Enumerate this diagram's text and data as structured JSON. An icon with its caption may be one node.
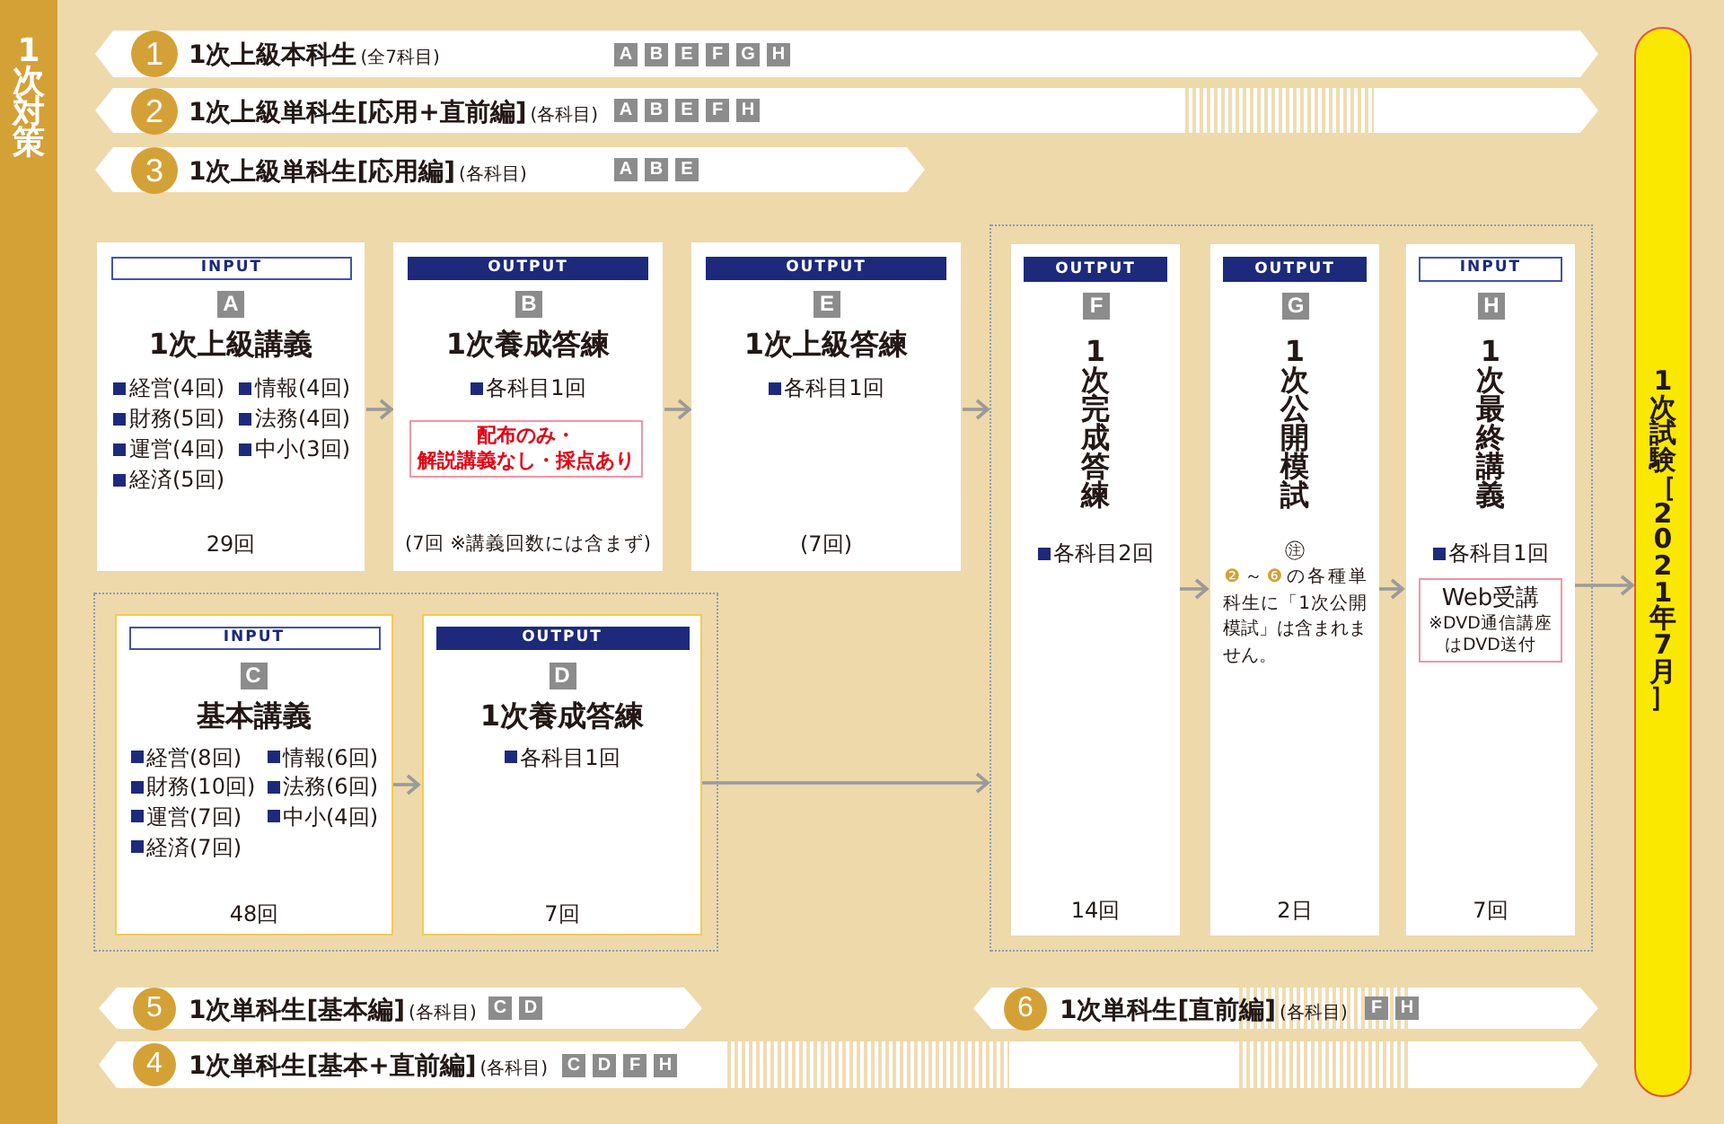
{
  "diagram": {
    "nodes": [
      {
        "text": [
          "1次対策"
        ]
      },
      {
        "text": [
          "1次上級本科生",
          "(全7科目)"
        ]
      },
      {
        "text": [
          "1"
        ],
        "in": 1
      },
      {
        "text": [
          "A"
        ],
        "in": 1
      },
      {
        "text": [
          "B"
        ],
        "in": 1
      },
      {
        "text": [
          "E"
        ],
        "in": 1
      },
      {
        "text": [
          "F"
        ],
        "in": 1
      },
      {
        "text": [
          "G"
        ],
        "in": 1
      },
      {
        "text": [
          "H"
        ],
        "in": 1
      },
      {
        "text": [
          "1次上級単科生[応用+直前編]",
          "(各科目)"
        ]
      },
      {
        "text": [
          "2"
        ],
        "in": 9
      },
      {
        "text": [
          "A"
        ],
        "in": 9
      },
      {
        "text": [
          "B"
        ],
        "in": 9
      },
      {
        "text": [
          "E"
        ],
        "in": 9
      },
      {
        "text": [
          "F"
        ],
        "in": 9
      },
      {
        "text": [
          "H"
        ],
        "in": 9
      },
      {
        "text": [
          "1次上級単科生[応用編]",
          "(各科目)"
        ]
      },
      {
        "text": [
          "3"
        ],
        "in": 16
      },
      {
        "text": [
          "A"
        ],
        "in": 16
      },
      {
        "text": [
          "B"
        ],
        "in": 16
      },
      {
        "text": [
          "E"
        ],
        "in": 16
      },
      {
        "text": [
          "1次上級講義",
          "経営(4回)",
          "情報(4回)",
          "財務(5回)",
          "法務(4回)",
          "運営(4回)",
          "中小(3回)",
          "経済(5回)",
          "29回"
        ]
      },
      {
        "text": [
          "INPUT"
        ],
        "in": 21
      },
      {
        "text": [
          "A"
        ],
        "in": 21
      },
      {
        "text": [
          "1次養成答練",
          "各科目1回",
          "(7回 ※講義回数には含まず)"
        ]
      },
      {
        "text": [
          "OUTPUT"
        ],
        "in": 24
      },
      {
        "text": [
          "B"
        ],
        "in": 24
      },
      {
        "text": [
          "配布のみ・解説講義なし・採点あり"
        ],
        "in": 24
      },
      {
        "text": [
          "1次上級答練",
          "各科目1回",
          "(7回)"
        ]
      },
      {
        "text": [
          "OUTPUT"
        ],
        "in": 28
      },
      {
        "text": [
          "E"
        ],
        "in": 28
      },
      {
        "text": [],
        "shape": "box"
      },
      {
        "text": [
          "1次完成答練",
          "各科目2回",
          "14回"
        ],
        "in": 31
      },
      {
        "text": [
          "OUTPUT"
        ],
        "in": 32
      },
      {
        "text": [
          "F"
        ],
        "in": 32
      },
      {
        "text": [
          "1次公開模試",
          "㊟",
          "❷～❻の各種単科生に「1次公開模試」は含まれません。",
          "2日"
        ],
        "in": 31
      },
      {
        "text": [
          "OUTPUT"
        ],
        "in": 35
      },
      {
        "text": [
          "G"
        ],
        "in": 35
      },
      {
        "text": [
          "1次最終講義",
          "各科目1回",
          "7回"
        ],
        "in": 31
      },
      {
        "text": [
          "INPUT"
        ],
        "in": 38
      },
      {
        "text": [
          "H"
        ],
        "in": 38
      },
      {
        "text": [
          "Web受講",
          "※DVD通信講座はDVD送付"
        ],
        "in": 38
      },
      {
        "text": [],
        "shape": "box"
      },
      {
        "text": [
          "基本講義",
          "経営(8回)",
          "情報(6回)",
          "財務(10回)",
          "法務(6回)",
          "運営(7回)",
          "中小(4回)",
          "経済(7回)",
          "48回"
        ],
        "in": 42
      },
      {
        "text": [
          "INPUT"
        ],
        "in": 43
      },
      {
        "text": [
          "C"
        ],
        "in": 43
      },
      {
        "text": [
          "1次養成答練",
          "各科目1回",
          "7回"
        ],
        "in": 42
      },
      {
        "text": [
          "OUTPUT"
        ],
        "in": 46
      },
      {
        "text": [
          "D"
        ],
        "in": 46
      },
      {
        "text": [
          "1次試験［2021年7月］"
        ]
      },
      {
        "text": [
          "1次単科生[基本編]",
          "(各科目)"
        ]
      },
      {
        "text": [
          "5"
        ],
        "in": 50
      },
      {
        "text": [
          "C"
        ],
        "in": 50
      },
      {
        "text": [
          "D"
        ],
        "in": 50
      },
      {
        "text": [
          "1次単科生[直前編]",
          "(各科目)"
        ]
      },
      {
        "text": [
          "6"
        ],
        "in": 54
      },
      {
        "text": [
          "F"
        ],
        "in": 54
      },
      {
        "text": [
          "H"
        ],
        "in": 54
      },
      {
        "text": [
          "1次単科生[基本+直前編]",
          "(各科目)"
        ]
      },
      {
        "text": [
          "4"
        ],
        "in": 58
      },
      {
        "text": [
          "C"
        ],
        "in": 58
      },
      {
        "text": [
          "D"
        ],
        "in": 58
      },
      {
        "text": [
          "F"
        ],
        "in": 58
      },
      {
        "text": [
          "H"
        ],
        "in": 58
      }
    ],
    "edges": [
      {
        "from": 21,
        "to": 24,
        "arrow": "to"
      },
      {
        "from": 24,
        "to": 28,
        "arrow": "to"
      },
      {
        "from": 28,
        "to": 31,
        "arrow": "to"
      },
      {
        "from": 43,
        "to": 46,
        "arrow": "to"
      },
      {
        "from": 46,
        "to": 31,
        "arrow": "to"
      },
      {
        "from": 32,
        "to": 35,
        "arrow": "to"
      },
      {
        "from": 35,
        "to": 38,
        "arrow": "to"
      },
      {
        "from": 38,
        "to": 49,
        "arrow": "to"
      }
    ]
  }
}
